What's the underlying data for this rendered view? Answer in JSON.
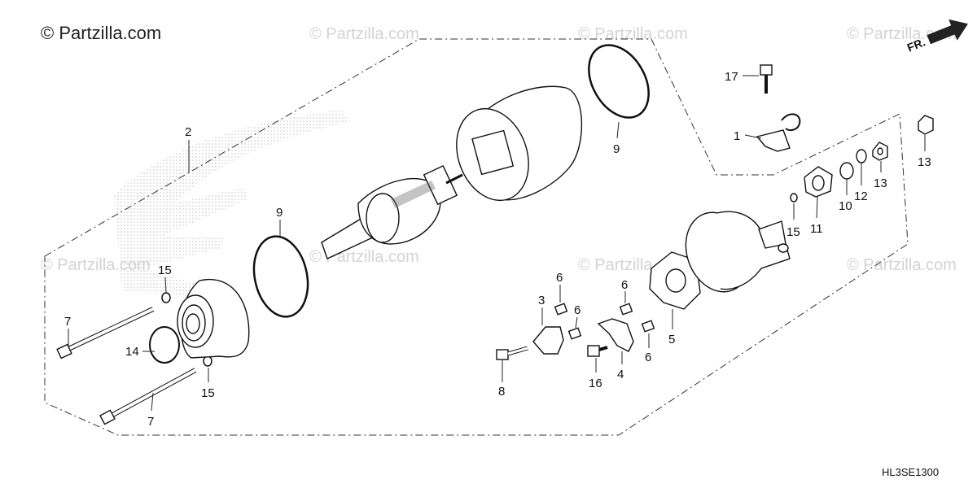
{
  "watermarks": {
    "main": "© Partzilla.com",
    "repeat": "© Partzilla.com"
  },
  "direction_marker": {
    "label": "FR."
  },
  "diagram_code": "HL3SE1300",
  "callouts": {
    "c1": "1",
    "c2": "2",
    "c3": "3",
    "c4": "4",
    "c5": "5",
    "c6a": "6",
    "c6b": "6",
    "c6c": "6",
    "c6d": "6",
    "c7a": "7",
    "c7b": "7",
    "c8": "8",
    "c9a": "9",
    "c9b": "9",
    "c10": "10",
    "c11": "11",
    "c12": "12",
    "c13a": "13",
    "c13b": "13",
    "c14": "14",
    "c15a": "15",
    "c15b": "15",
    "c15c": "15",
    "c16": "16",
    "c17": "17"
  },
  "colors": {
    "line": "#111111",
    "watermark": "#d4d4d4",
    "arrow": "#222222"
  }
}
